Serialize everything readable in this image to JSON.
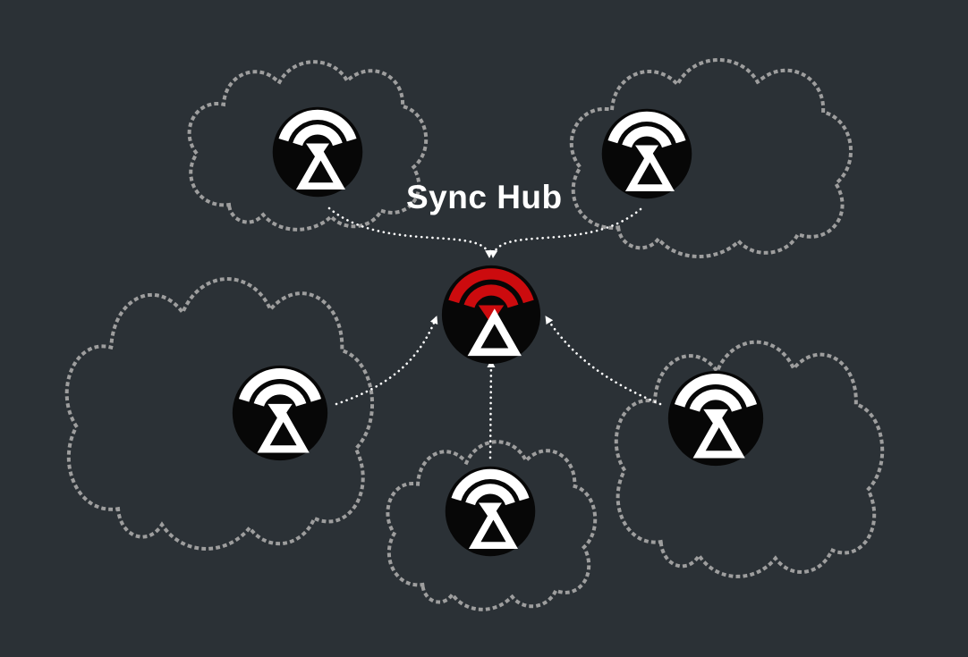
{
  "diagram": {
    "hub": {
      "label": "Sync Hub",
      "icon": "wifi-sync-hub-icon"
    },
    "devices": [
      {
        "name": "device-top-left",
        "icon": "wifi-device-icon",
        "container": "network-cloud-outline"
      },
      {
        "name": "device-top-right",
        "icon": "wifi-device-icon",
        "container": "network-cloud-outline"
      },
      {
        "name": "device-mid-left",
        "icon": "wifi-device-icon",
        "container": "network-cloud-outline"
      },
      {
        "name": "device-bottom-center",
        "icon": "wifi-device-icon",
        "container": "network-cloud-outline"
      },
      {
        "name": "device-mid-right",
        "icon": "wifi-device-icon",
        "container": "network-cloud-outline"
      }
    ],
    "connections": [
      {
        "from": "device-top-left",
        "to": "hub",
        "style": "dotted-arrow"
      },
      {
        "from": "device-top-right",
        "to": "hub",
        "style": "dotted-arrow"
      },
      {
        "from": "device-mid-left",
        "to": "hub",
        "style": "dotted-arrow"
      },
      {
        "from": "device-bottom-center",
        "to": "hub",
        "style": "dotted-arrow"
      },
      {
        "from": "device-mid-right",
        "to": "hub",
        "style": "dotted-arrow"
      }
    ]
  },
  "colors": {
    "background": "#2b3136",
    "cloud": "#9e9e9e",
    "arrow": "#ffffff",
    "hub_accent": "#cc0b0e",
    "icon_fg": "#ffffff",
    "icon_bg": "#070707",
    "label": "#ffffff"
  }
}
